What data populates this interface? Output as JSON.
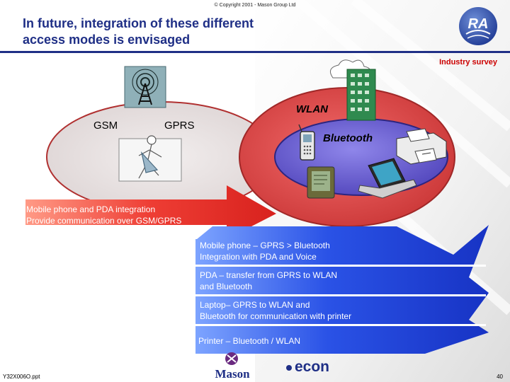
{
  "header": {
    "copyright": "© Copyright 2001 - Mason Group Ltd",
    "title_lines": [
      "In future, integration of these different",
      "access modes is envisaged"
    ],
    "logo_text": "RA"
  },
  "survey_label": "Industry survey",
  "diagram": {
    "gsm": "GSM",
    "gprs": "GPRS",
    "wlan": "WLAN",
    "bluetooth": "Bluetooth"
  },
  "arrows": {
    "red": [
      "Mobile phone and PDA  integration",
      "Provide communication over GSM/GPRS"
    ],
    "blue_items": [
      [
        "Mobile phone – GPRS > Bluetooth",
        "Integration with PDA  and Voice"
      ],
      [
        "PDA – transfer from GPRS to WLAN",
        "and Bluetooth"
      ],
      [
        "Laptop– GPRS to WLAN and",
        "Bluetooth for communication with printer"
      ],
      [
        "Printer – Bluetooth / WLAN"
      ]
    ]
  },
  "footer": {
    "doc_id": "Y32X006O.ppt",
    "mason": "Mason",
    "econ": "econ",
    "page": "40"
  },
  "colors": {
    "title": "#1f2f86",
    "survey": "#cc0000",
    "gsm_ellipse": "#e7dede",
    "wlan_ellipse": "#e04a4a",
    "bluetooth_ellipse": "#6a5fd0",
    "red_arrow": "#e8322e",
    "blue_arrow": "#1c3fd8"
  }
}
